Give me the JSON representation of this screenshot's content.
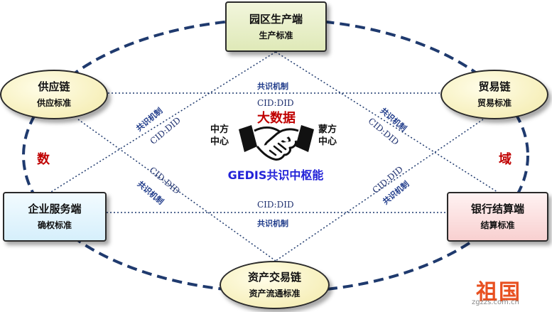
{
  "nodes": {
    "top": {
      "title": "园区生产端",
      "subtitle": "生产标准"
    },
    "left": {
      "title": "供应链",
      "subtitle": "供应标准"
    },
    "right": {
      "title": "贸易链",
      "subtitle": "贸易标准"
    },
    "lbot": {
      "title": "企业服务端",
      "subtitle": "确权标准"
    },
    "rbot": {
      "title": "银行结算端",
      "subtitle": "结算标准"
    },
    "bottom": {
      "title": "资产交易链",
      "subtitle": "资产流通标准"
    }
  },
  "edge_labels": {
    "consensus": "共识机制",
    "cid": "CID:DID"
  },
  "center": {
    "big_data": "大数据",
    "left_side": "中方\n中心",
    "right_side": "蒙方\n中心",
    "hub_title": "GEDIS共识中枢能"
  },
  "side_words": {
    "left": "数",
    "right": "域"
  },
  "watermark": {
    "brand": "祖国",
    "url": "zgzzs.com.cn"
  },
  "icons": [
    "handshake-icon"
  ],
  "colors": {
    "ring": "#1f3a6e",
    "hub_text": "#2323d8",
    "accent_red": "#c00000"
  }
}
